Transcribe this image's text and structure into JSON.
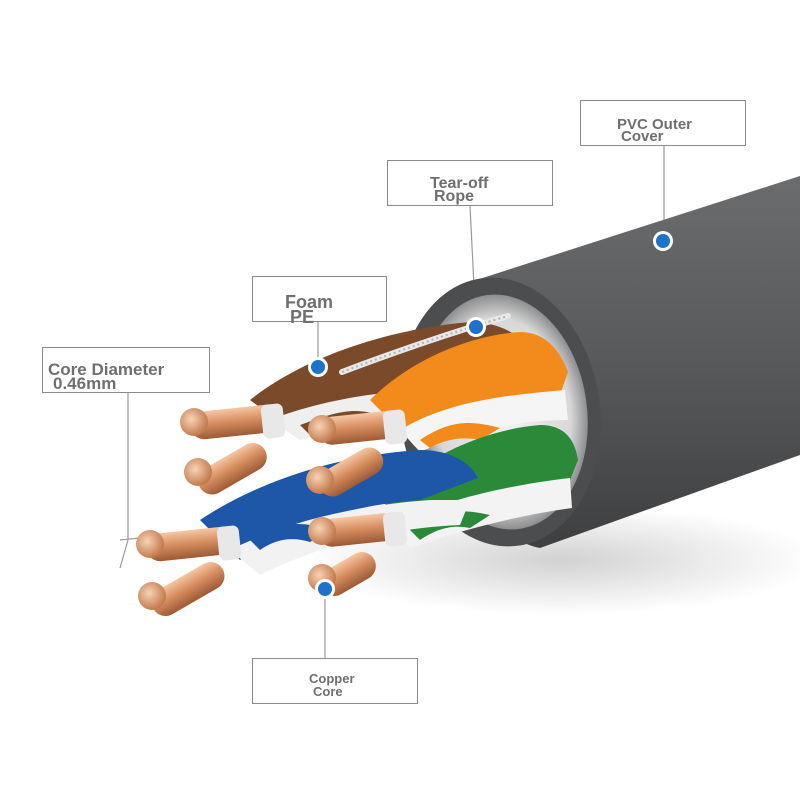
{
  "labels": {
    "pvc_outer_cover": {
      "line1": "PVC Outer",
      "line2": "Cover"
    },
    "tear_off_rope": {
      "line1": "Tear-off",
      "line2": "Rope"
    },
    "foam_pe": {
      "line1": "Foam",
      "line2": "PE"
    },
    "core_diameter": {
      "line1": "Core Diameter",
      "line2": "0.46mm"
    },
    "copper_core": {
      "line1": "Copper",
      "line2": "Core"
    }
  },
  "colors": {
    "jacket": "#5c5e60",
    "pair_brown": "#7a4a2b",
    "pair_orange": "#f28a1c",
    "pair_blue": "#1f57a8",
    "pair_green": "#2a8a3a",
    "copper": "#d9936a",
    "marker_dot": "#1e73c8",
    "label_text": "#6f6f6f",
    "callout_line": "#9a9a9a"
  }
}
